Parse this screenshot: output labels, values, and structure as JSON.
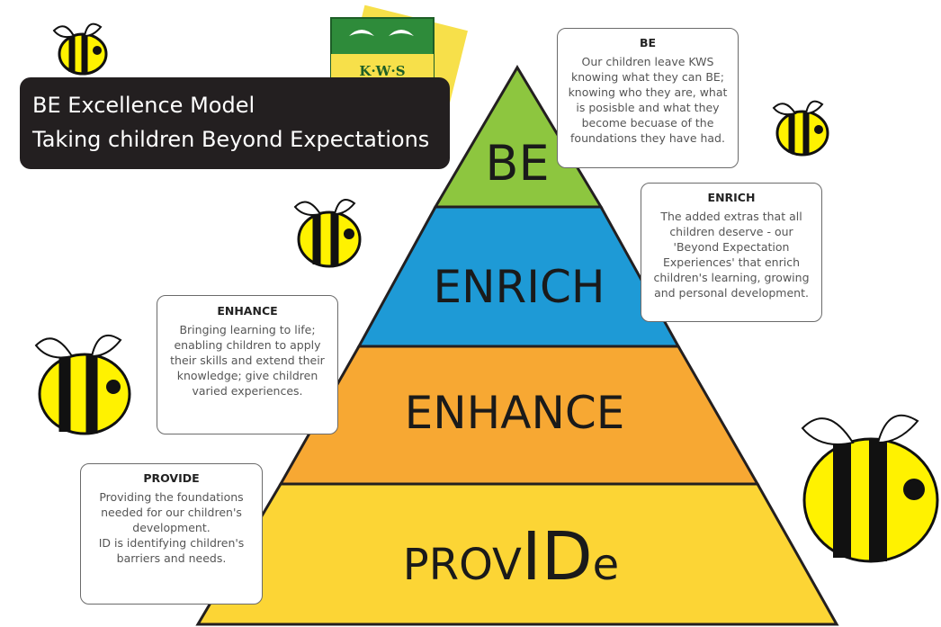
{
  "banner": {
    "line1": "BE Excellence Model",
    "line2": "Taking children Beyond Expectations"
  },
  "logo": {
    "text": "K·W·S"
  },
  "pyramid": {
    "be": {
      "label": "BE",
      "color": "#8dc63f"
    },
    "enrich": {
      "label": "ENRICH",
      "color": "#1e9ad6"
    },
    "enhance": {
      "label": "ENHANCE",
      "color": "#f7a833"
    },
    "provide": {
      "label_prefix": "PROV",
      "label_big": "ID",
      "label_suffix": "e",
      "color": "#fcd535"
    }
  },
  "boxes": {
    "be": {
      "heading": "BE",
      "body": "Our children leave KWS knowing what they can BE; knowing who they are, what is posisble and what they become becuase of the foundations they have had."
    },
    "enrich": {
      "heading": "ENRICH",
      "body": "The added extras that all children deserve - our 'Beyond Expectation Experiences' that enrich children's learning, growing and personal development."
    },
    "enhance": {
      "heading": "ENHANCE",
      "body": "Bringing learning to life; enabling children to apply their skills and extend their knowledge; give children varied experiences."
    },
    "provide": {
      "heading": "PROVIDE",
      "body_line1": "Providing the foundations needed for our children's development.",
      "body_line2": "ID is identifying children's barriers and needs."
    }
  },
  "colors": {
    "banner_bg": "#231f20",
    "shield_green": "#2e8b3a",
    "shield_yellow": "#f7e04a",
    "bee_yellow": "#fff200",
    "bee_black": "#111111"
  }
}
